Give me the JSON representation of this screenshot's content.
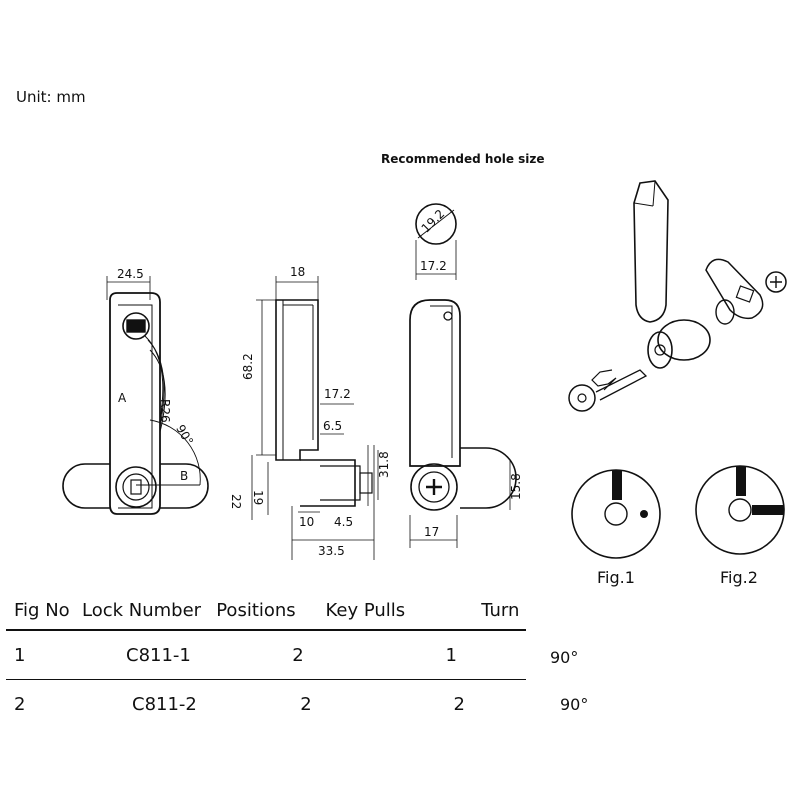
{
  "unit_label": "Unit: mm",
  "hole_size_title": "Recommended hole size",
  "dimensions": {
    "front_width": "24.5",
    "radius": "R26",
    "angle": "90°",
    "label_a": "A",
    "label_b": "B",
    "side_width": "18",
    "height": "68.2",
    "bottom_width": "17.2",
    "thread": "6.5",
    "plate_height": "31.8",
    "left_height1": "22",
    "left_height2": "19",
    "length_10": "10",
    "length_4_5": "4.5",
    "total_length": "33.5",
    "hole_diameter": "19.2",
    "hole_flat": "17.2",
    "cam_height": "15.8",
    "cam_width": "17"
  },
  "figures": {
    "fig1_label": "Fig.1",
    "fig2_label": "Fig.2"
  },
  "table": {
    "headers": [
      "Fig No",
      "Lock Number",
      "Positions",
      "Key Pulls",
      "Turn"
    ],
    "rows": [
      {
        "fig": "1",
        "lock": "C811-1",
        "positions": "2",
        "pulls": "1",
        "turn": "90°"
      },
      {
        "fig": "2",
        "lock": "C811-2",
        "positions": "2",
        "pulls": "2",
        "turn": "90°"
      }
    ]
  }
}
